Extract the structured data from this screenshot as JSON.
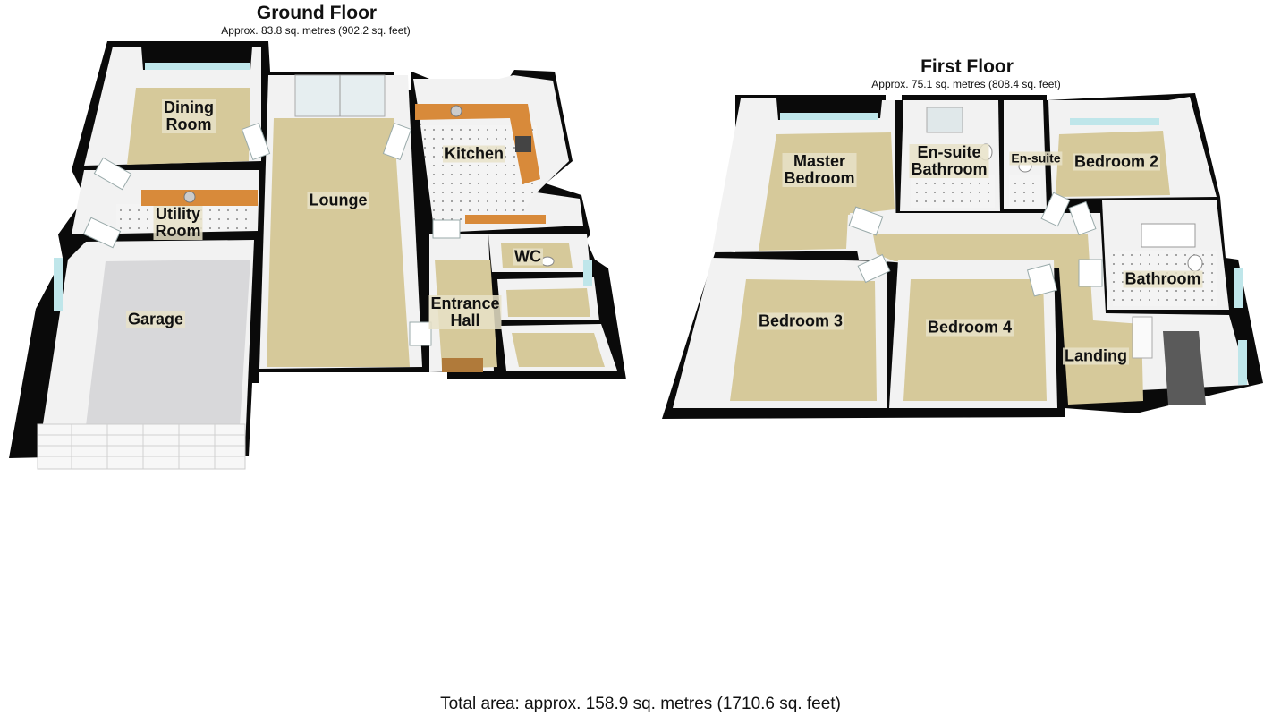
{
  "ground_floor": {
    "title": "Ground Floor",
    "area": "Approx. 83.8 sq. metres (902.2 sq. feet)",
    "rooms": {
      "dining": "Dining\nRoom",
      "utility": "Utility\nRoom",
      "garage": "Garage",
      "lounge": "Lounge",
      "kitchen": "Kitchen",
      "wc": "WC",
      "entrance": "Entrance\nHall"
    }
  },
  "first_floor": {
    "title": "First Floor",
    "area": "Approx. 75.1 sq. metres (808.4 sq. feet)",
    "rooms": {
      "master": "Master\nBedroom",
      "ensuite_bath": "En-suite\nBathroom",
      "ensuite": "En-suite",
      "bed2": "Bedroom 2",
      "bed3": "Bedroom 3",
      "bed4": "Bedroom 4",
      "bathroom": "Bathroom",
      "landing": "Landing"
    }
  },
  "total_area": "Total area: approx. 158.9 sq. metres (1710.6 sq. feet)",
  "colors": {
    "wall": "#0a0a0a",
    "wall_face": "#f2f2f2",
    "carpet": "#d6c99a",
    "garage_floor": "#d8d8da",
    "worktop": "#d88a3a",
    "tile": "#ececec",
    "window": "#bfe6ea"
  }
}
